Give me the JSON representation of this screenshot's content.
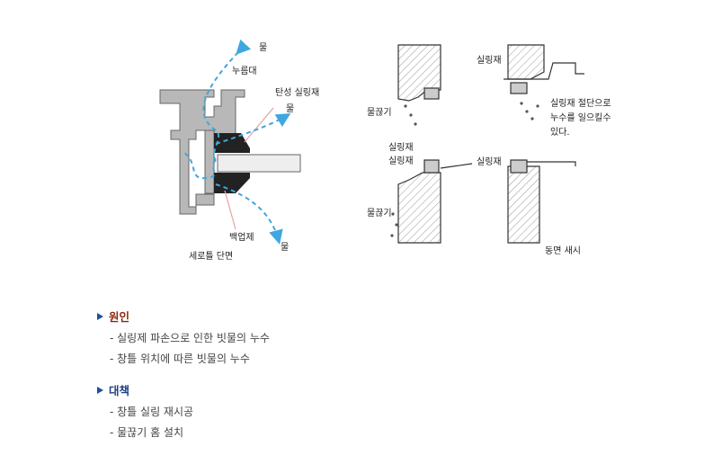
{
  "diagram": {
    "left_labels": {
      "water_top": "물",
      "drip_ledge": "누름대",
      "elastic_sealant": "탄성 실링재",
      "water_mid": "물",
      "backup": "백업제",
      "water_bottom": "물",
      "caption": "세로틀 단면"
    },
    "right_labels": {
      "drip_groove_1": "물끊기",
      "sealant_1": "실링재",
      "sealant_2": "실링재",
      "drip_groove_2": "물끊기",
      "sealant_3": "실링재",
      "note_line1": "실링재 절단으로",
      "note_line2": "누수를 일으킬수",
      "note_line3": "있다.",
      "sealant_4": "실링재",
      "caption": "동면 새시"
    }
  },
  "cause": {
    "title": "원인",
    "items": [
      "- 실링제 파손으로 인한 빗물의 누수",
      "- 창틀 위치에 따른 빗물의 누수"
    ]
  },
  "measure": {
    "title": "대책",
    "items": [
      "- 창틀 실링 재시공",
      "- 물끊기 홈 설치"
    ]
  },
  "colors": {
    "cause_title": "#8b2a12",
    "measure_title": "#1d3f86",
    "bullet": "#1f4fa0",
    "water_path": "#3fa7e0"
  }
}
